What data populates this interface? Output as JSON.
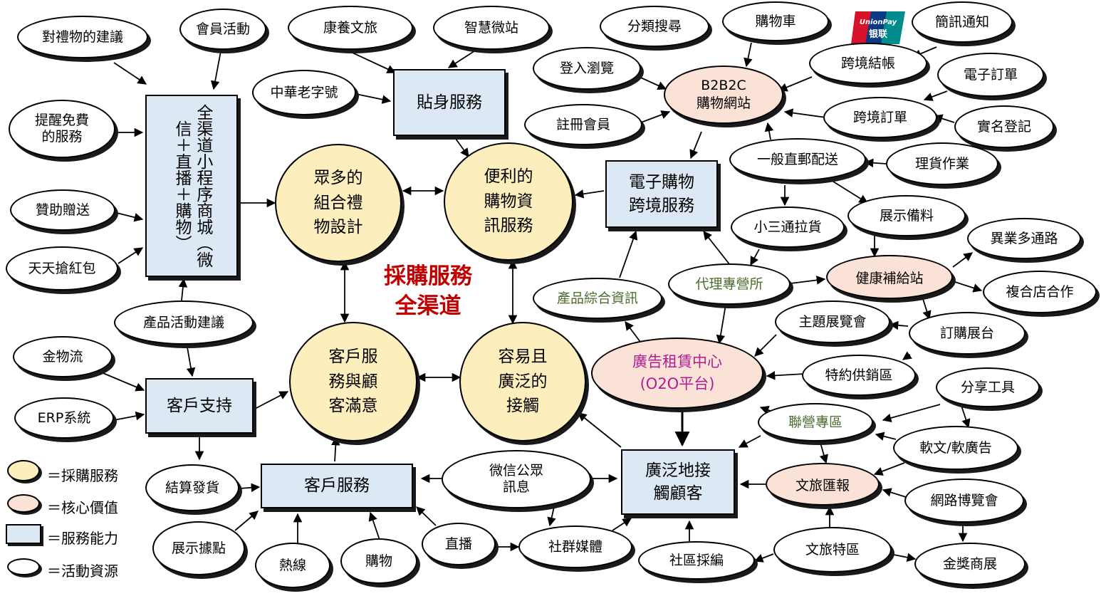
{
  "title": {
    "line1": "採購服務",
    "line2": "全渠道"
  },
  "legend": {
    "procurement": "＝採購服務",
    "core_value": "＝核心價值",
    "capability": "＝服務能力",
    "resource": "＝活動資源"
  },
  "logo_text": "UnionPay 银联",
  "nodes": {
    "gift_suggest": "對禮物的建議",
    "member_activity": "會員活動",
    "kangyang": "康養文旅",
    "smart_site": "智慧微站",
    "category_search": "分類搜尋",
    "cart": "購物車",
    "sms": "簡訊通知",
    "reminder_free": "提醒免費\n的服務",
    "sponsor_gift": "贊助贈送",
    "red_packet": "天天搶紅包",
    "laozihao": "中華老字號",
    "login_browse": "登入瀏覽",
    "register": "註冊會員",
    "crossborder_checkout": "跨境結帳",
    "e_order": "電子訂單",
    "crossborder_order": "跨境訂單",
    "realname": "實名登記",
    "direct_post": "一般直郵配送",
    "sorting": "理貨作業",
    "mini3": "小三通拉貨",
    "display_stock": "展示備料",
    "multichannel": "異業多通路",
    "composite_store": "複合店合作",
    "product_info": "產品綜合資訊",
    "agency": "代理專營所",
    "theme_exhibit": "主題展覽會",
    "order_booth": "訂購展台",
    "special_supply": "特約供銷區",
    "share_tool": "分享工具",
    "joint_zone": "聯營專區",
    "soft_ad": "軟文/軟廣告",
    "online_expo": "網路博覽會",
    "activity_suggest": "產品活動建議",
    "gold_logistics": "金物流",
    "erp": "ERP系統",
    "settle_ship": "結算發貨",
    "display_point": "展示據點",
    "hotline": "熱線",
    "shopping": "購物",
    "wechat": "微信公眾\n訊息",
    "live": "直播",
    "social": "社群媒體",
    "community": "社區採編",
    "tourism_zone": "文旅特區",
    "gold_expo": "金獎商展",
    "b2b2c": "B2B2C\n購物網站",
    "health_station": "健康補給站",
    "ad_center": "廣告租賃中心\n(O2O平台)",
    "tourism_report": "文旅匯報",
    "box_personal": "貼身服務",
    "box_ecommerce": "電子購物\n跨境服務",
    "box_omni": "全渠道小程序商城（微信＋直播＋購物）",
    "box_support": "客戶支持",
    "box_service": "客戶服務",
    "box_reach": "廣泛地接\n觸顧客",
    "big_gift_design": "眾多的\n組合禮\n物設計",
    "big_convenient": "便利的\n購物資\n訊服務",
    "big_satisfaction": "客戶服\n務與顧\n客滿意",
    "big_easy_contact": "容易且\n廣泛的\n接觸"
  },
  "colors": {
    "procurement_fill": "#fdeebd",
    "core_fill": "#fbe2d6",
    "capability_fill": "#dce9f5",
    "title_red": "#c00000",
    "green_text": "#4e6b2e",
    "magenta_text": "#b01e94"
  }
}
